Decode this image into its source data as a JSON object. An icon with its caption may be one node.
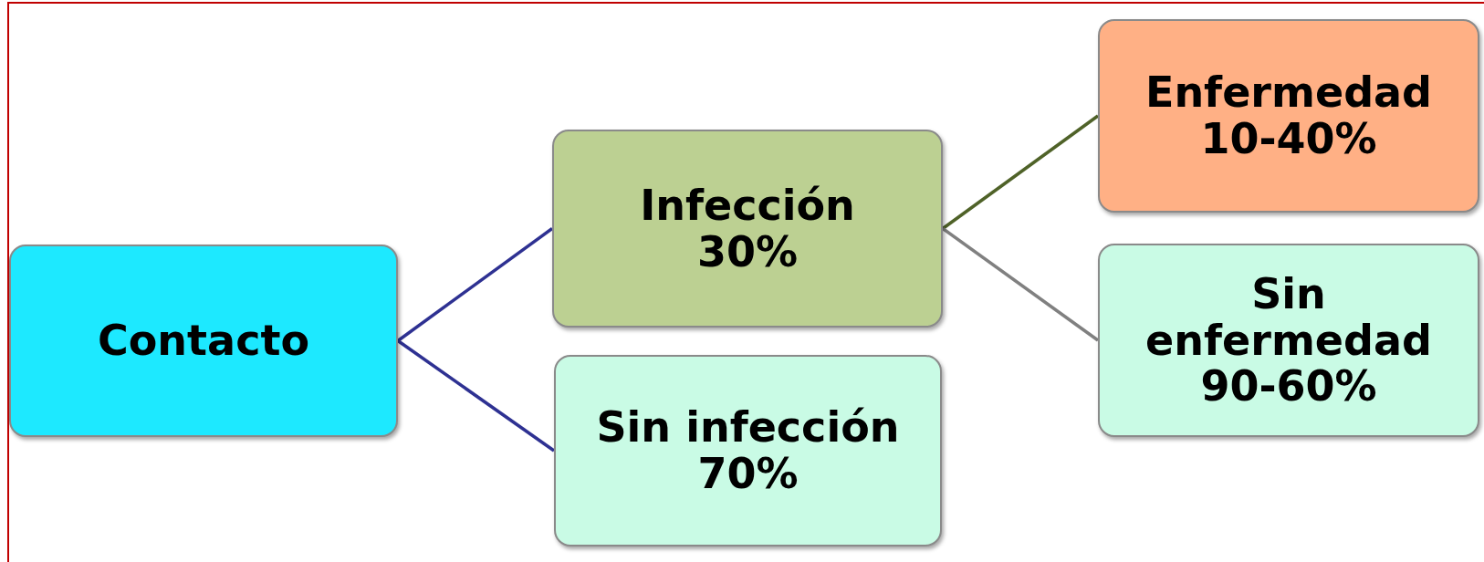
{
  "diagram": {
    "nodes": [
      {
        "text": [
          "Contacto"
        ]
      },
      {
        "text": [
          "Infección",
          "30%"
        ]
      },
      {
        "text": [
          "Sin infección",
          "70%"
        ]
      },
      {
        "text": [
          "Enfermedad",
          "10-40%"
        ]
      },
      {
        "text": [
          "Sin enfermedad",
          "90-60%"
        ]
      }
    ],
    "edges": [
      {
        "from": 0,
        "to": 1,
        "arrow": "none"
      },
      {
        "from": 0,
        "to": 2,
        "arrow": "none"
      },
      {
        "from": 1,
        "to": 3,
        "arrow": "none",
        "color": "#4f6228"
      },
      {
        "from": 1,
        "to": 4,
        "arrow": "none",
        "color": "#808080"
      }
    ]
  }
}
